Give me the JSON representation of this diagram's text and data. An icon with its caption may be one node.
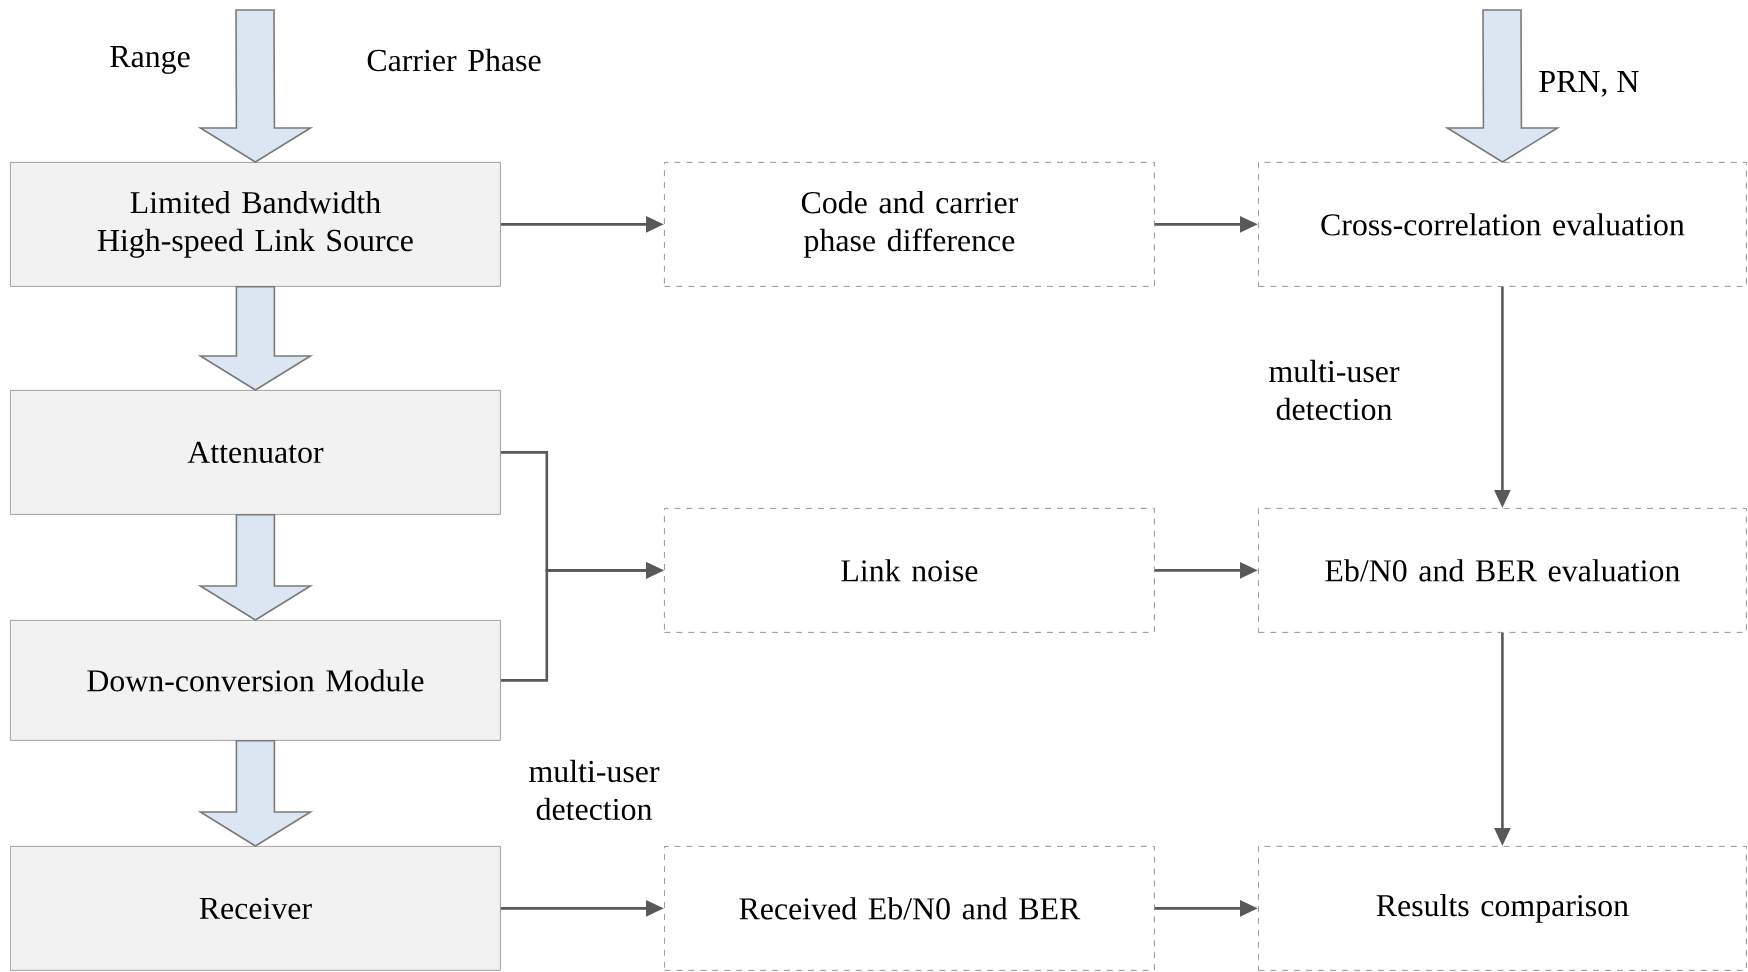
{
  "diagram": {
    "nodes": [
      {
        "text": [
          "Limited Bandwidth High-speed Link Source"
        ]
      },
      {
        "text": [
          "Attenuator"
        ]
      },
      {
        "text": [
          "Down-conversion Module"
        ]
      },
      {
        "text": [
          "Receiver"
        ]
      },
      {
        "text": [
          "Code and carrier phase difference"
        ]
      },
      {
        "text": [
          "Cross-correlation evaluation"
        ]
      },
      {
        "text": [
          "Link noise"
        ]
      },
      {
        "text": [
          "Eb/N0 and BER evaluation"
        ]
      },
      {
        "text": [
          "Received Eb/N0 and BER"
        ]
      },
      {
        "text": [
          "Results comparison"
        ]
      }
    ],
    "edges": [
      {
        "from": null,
        "to": 0,
        "arrow": "to",
        "style": "thick",
        "color": "#dce6f2"
      },
      {
        "from": 0,
        "to": 1,
        "arrow": "to",
        "style": "thick",
        "color": "#dce6f2"
      },
      {
        "from": 1,
        "to": 2,
        "arrow": "to",
        "style": "thick",
        "color": "#dce6f2"
      },
      {
        "from": 2,
        "to": 3,
        "arrow": "to",
        "style": "thick",
        "color": "#dce6f2"
      },
      {
        "from": null,
        "to": 5,
        "arrow": "to",
        "style": "thick",
        "color": "#dce6f2",
        "label": "PRN, N"
      },
      {
        "from": 0,
        "to": 4,
        "arrow": "to"
      },
      {
        "from": 4,
        "to": 5,
        "arrow": "to"
      },
      {
        "from": 5,
        "to": 7,
        "arrow": "to",
        "label": "multi-user detection"
      },
      {
        "from": 1,
        "to": 6,
        "arrow": "to"
      },
      {
        "from": 2,
        "to": 6,
        "arrow": "to"
      },
      {
        "from": 6,
        "to": 7,
        "arrow": "to"
      },
      {
        "from": 7,
        "to": 9,
        "arrow": "to"
      },
      {
        "from": 3,
        "to": 8,
        "arrow": "to"
      },
      {
        "from": 8,
        "to": 9,
        "arrow": "to"
      }
    ],
    "labels": [
      "Range",
      "Carrier Phase",
      "multi-user detection"
    ]
  }
}
